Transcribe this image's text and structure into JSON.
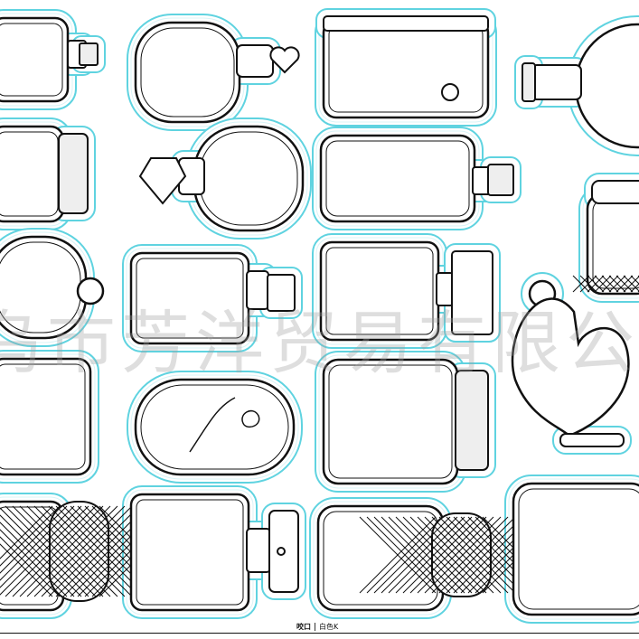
{
  "image": {
    "subject": "bottle-and-jar-sticker-sheet",
    "outline_color": "#5fd3e0",
    "line_color": "#111111"
  },
  "watermark": "乌市芳洋贸易有限公",
  "footer": {
    "label_bold": "咬口",
    "label_color": "白色K"
  }
}
